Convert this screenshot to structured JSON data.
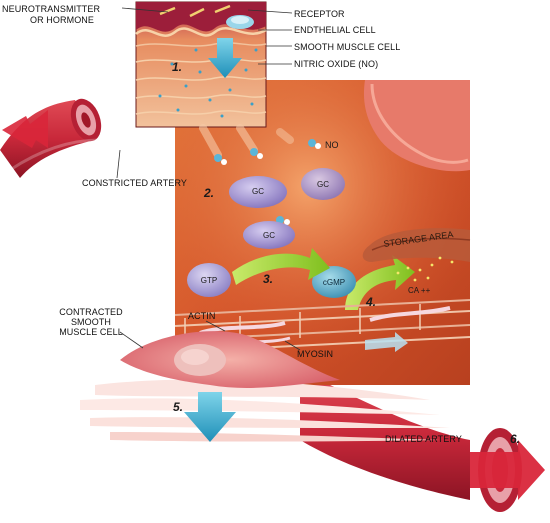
{
  "labels": {
    "neurotransmitter": [
      "NEUROTRANSMITTER",
      "OR HORMONE"
    ],
    "receptor": "RECEPTOR",
    "endothelial_cell": "ENDTHELIAL CELL",
    "smooth_muscle_cell": "SMOOTH MUSCLE CELL",
    "nitric_oxide": "NITRIC OXIDE (NO)",
    "constricted_artery": "CONSTRICTED ARTERY",
    "contracted_smooth_muscle_cell": [
      "CONTRACTED",
      "SMOOTH",
      "MUSCLE CELL"
    ],
    "actin": "ACTIN",
    "myosin": "MYOSIN",
    "dilated_artery": "DILATED ARTERY",
    "storage_area": "STORAGE AREA",
    "no": "NO",
    "ca": "CA ++"
  },
  "molecules": {
    "gc": "GC",
    "gtp": "GTP",
    "cgmp": "cGMP"
  },
  "steps": [
    "1.",
    "2.",
    "3.",
    "4.",
    "5.",
    "6."
  ],
  "colors": {
    "artery": "#c8283a",
    "artery_inner": "#e8a0a8",
    "cell_bg": "#d4542a",
    "cell_bg_light": "#e98a4f",
    "tissue": "#f0b48a",
    "gc_purple": "#9b89c9",
    "arrow_green": "#9bd12a",
    "arrow_blue": "#2fa7c9"
  }
}
